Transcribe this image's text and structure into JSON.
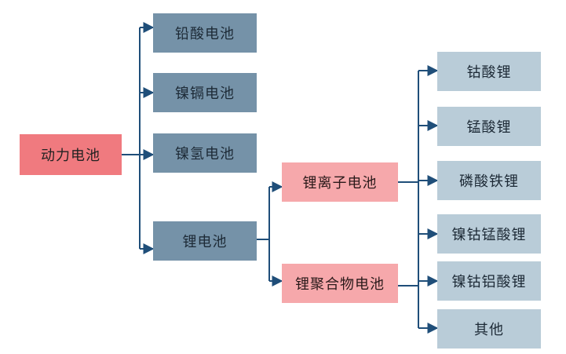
{
  "diagram": {
    "root": "动力电池",
    "level1": [
      "铅酸电池",
      "镍镉电池",
      "镍氢电池",
      "锂电池"
    ],
    "lithium": [
      "锂离子电池",
      "锂聚合物电池"
    ],
    "ion_types": [
      "钴酸锂",
      "锰酸锂",
      "磷酸铁锂",
      "镍钴锰酸锂",
      "镍钴铝酸锂",
      "其他"
    ],
    "colors": {
      "root": "#f07a7f",
      "level1": "#7592a8",
      "level2": "#f6a8ab",
      "level3": "#b9ccd8",
      "connector": "#1f4e79"
    }
  }
}
